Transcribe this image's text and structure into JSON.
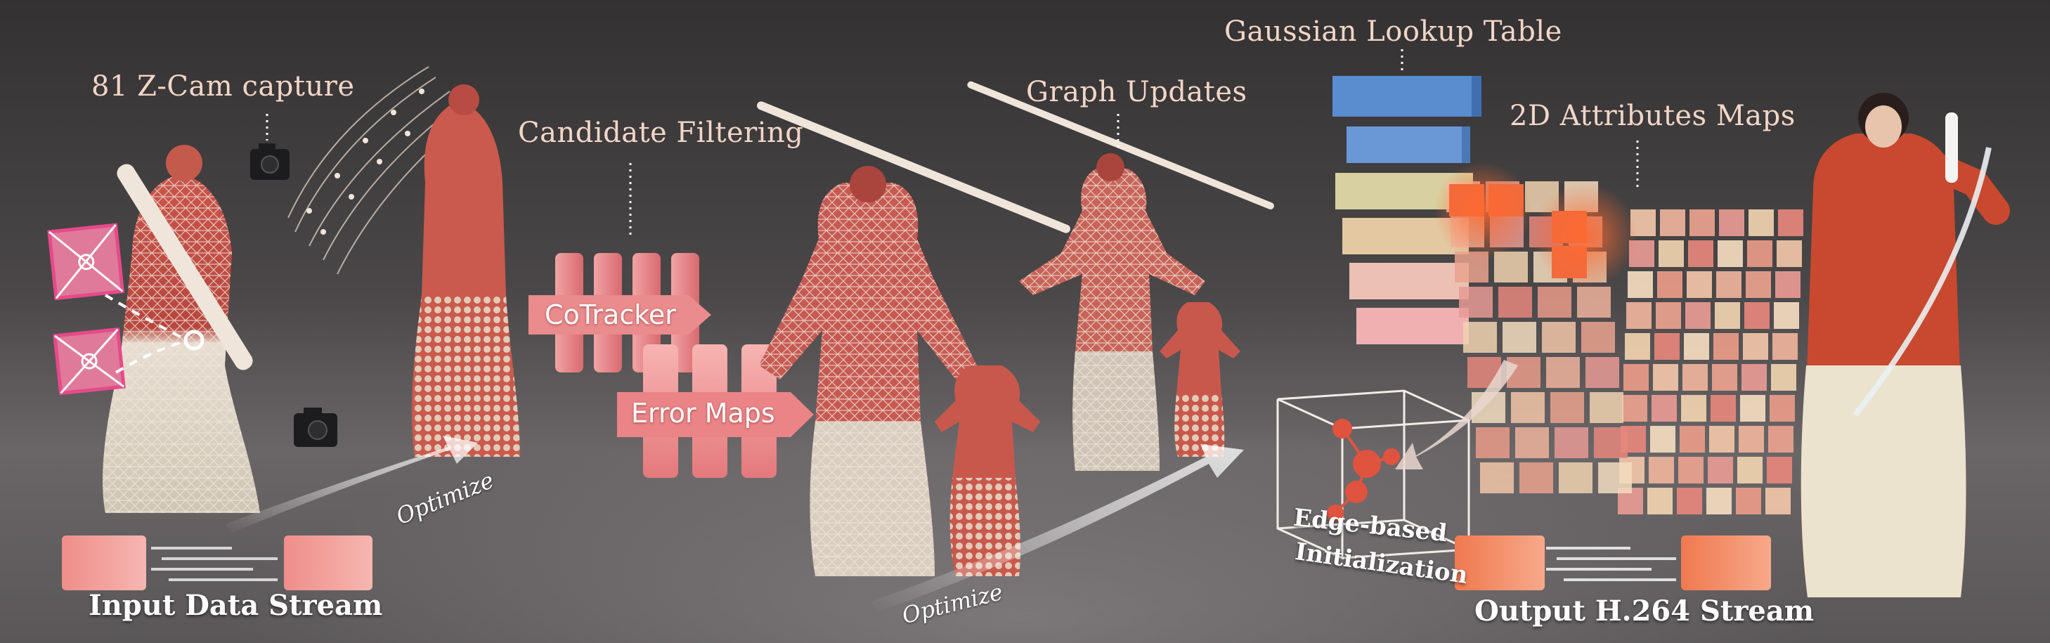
{
  "labels": {
    "capture": "81 Z-Cam capture",
    "candidate_filtering": "Candidate Filtering",
    "graph_updates": "Graph Updates",
    "lookup_table": "Gaussian Lookup Table",
    "attribute_maps": "2D Attributes Maps",
    "input_stream": "Input Data Stream",
    "output_stream": "Output H.264 Stream",
    "cotracker": "CoTracker",
    "error_maps": "Error Maps",
    "optimize_1": "Optimize",
    "optimize_2": "Optimize",
    "edge_init_line1": "Edge-based",
    "edge_init_line2": "Initialization"
  },
  "colors": {
    "accent_pink": "#e8848a",
    "label_text": "#f3d6c8",
    "lookup_blue": "#5a8cd0",
    "orange_highlight": "#f06a3c"
  },
  "icons": [
    "camera-icon",
    "camera-icon",
    "arrow-icon",
    "cube-icon"
  ]
}
